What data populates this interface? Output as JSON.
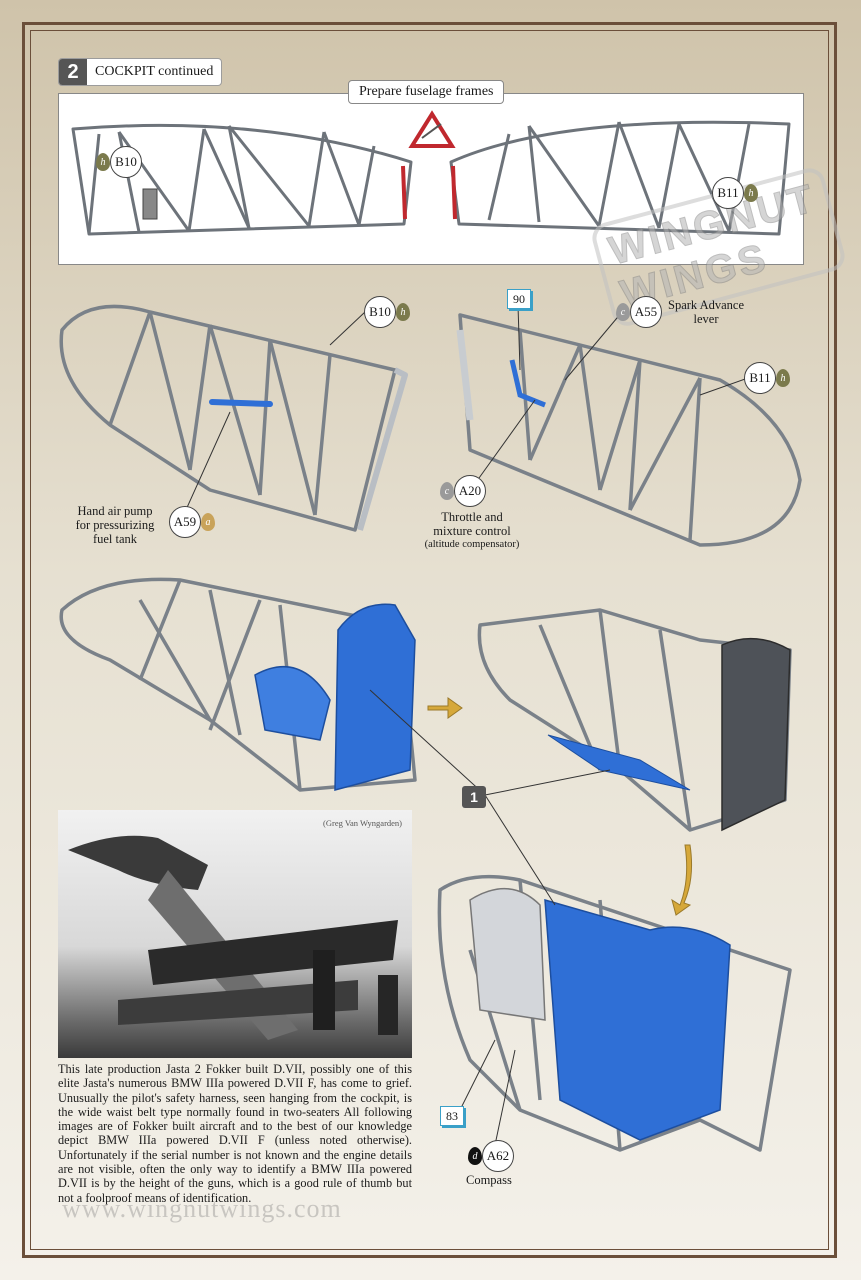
{
  "step": {
    "number": "2",
    "title": "COCKPIT continued"
  },
  "panel": {
    "label": "Prepare fuselage frames"
  },
  "callouts": {
    "b10_top": "B10",
    "b11_top": "B11",
    "b10_mid": "B10",
    "b11_mid": "B11",
    "a55": "A55",
    "a20": "A20",
    "a59": "A59",
    "a62": "A62",
    "paint_h": "h",
    "paint_c": "c",
    "paint_a": "a",
    "paint_d": "d"
  },
  "refs": {
    "r90": "90",
    "r83": "83",
    "sub1": "1"
  },
  "labels": {
    "spark_1": "Spark Advance",
    "spark_2": "lever",
    "pump_1": "Hand air pump",
    "pump_2": "for pressurizing",
    "pump_3": "fuel tank",
    "throttle_1": "Throttle and",
    "throttle_2": "mixture control",
    "throttle_3": "(altitude compensator)",
    "compass": "Compass"
  },
  "photo": {
    "credit": "(Greg Van Wyngarden)"
  },
  "caption": "This late production Jasta 2 Fokker built D.VII, possibly one of this elite Jasta's numerous BMW IIIa powered D.VII F, has come to grief. Unusually the pilot's safety harness, seen hanging from the cockpit, is the wide waist belt type normally found in two-seaters  All following images are of Fokker built aircraft and to the best of our knowledge depict BMW IIIa powered D.VII F (unless noted otherwise). Unfortunately if the serial number is not known and the engine details are not visible, often the only way to identify a BMW IIIa powered D.VII is by the height of the guns, which is a good rule of thumb but not a foolproof means of identification.",
  "watermark": "www.wingnutwings.com",
  "logo": "WINGNUT WINGS",
  "colors": {
    "blue_part": "#2f6fd6",
    "frame": "#7a8189",
    "paint_h": "#7b7a4c",
    "paint_c": "#9a9a9a",
    "paint_a": "#c9a35a",
    "paint_d": "#111111"
  }
}
